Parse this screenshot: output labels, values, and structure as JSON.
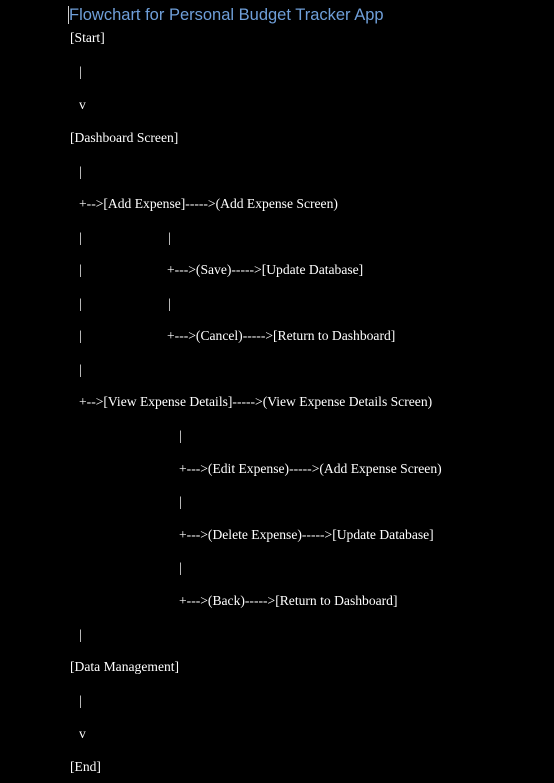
{
  "document": {
    "title": "Flowchart for Personal Budget Tracker App",
    "lines": [
      "[Start]",
      "|",
      "v",
      "[Dashboard Screen]",
      "|",
      "+-->[Add Expense]----->(Add Expense Screen)",
      "|",
      "|",
      "|",
      "+--->(Save)----->[Update Database]",
      "|",
      "|",
      "|",
      "+--->(Cancel)----->[Return to Dashboard]",
      "|",
      "+-->[View Expense Details]----->(View Expense Details Screen)",
      "|",
      "+--->(Edit Expense)----->(Add Expense Screen)",
      "|",
      "+--->(Delete Expense)----->[Update Database]",
      "|",
      "+--->(Back)----->[Return to Dashboard]",
      "|",
      "[Data Management]",
      "|",
      "v",
      "[End]"
    ]
  },
  "colors": {
    "background": "#000000",
    "title": "#6f9fd9",
    "text": "#ffffff"
  }
}
